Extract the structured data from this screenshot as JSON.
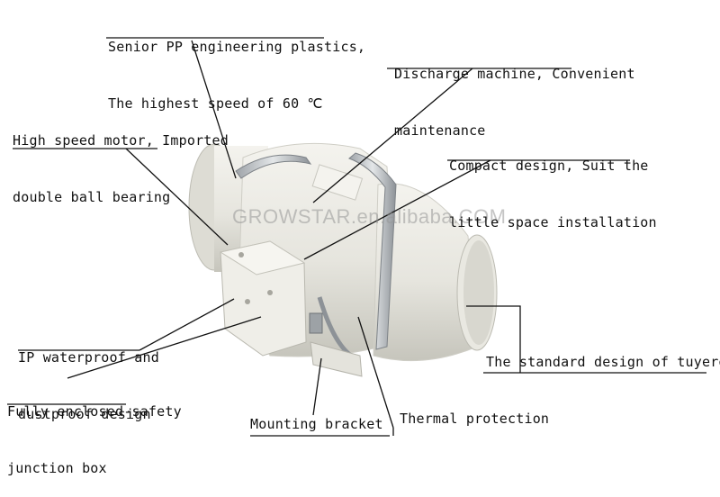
{
  "callouts": {
    "material": [
      "Senior PP engineering plastics,",
      "The highest speed of 60 ℃"
    ],
    "discharge": [
      "Discharge machine, Convenient",
      "maintenance"
    ],
    "motor": [
      "High speed motor, Imported",
      "double ball bearing"
    ],
    "compact": [
      "Compact design, Suit the",
      "little space installation"
    ],
    "waterproof": [
      "IP waterproof and",
      "dustproof design"
    ],
    "junction": [
      "Fully enclosed-safety",
      "junction box"
    ],
    "tuyere": "The standard design of tuyere",
    "mounting": "Mounting bracket",
    "thermal": "Thermal protection"
  },
  "watermark": "GROWSTAR.en.alibaba.COM",
  "colors": {
    "fan_body": "#ecebe4",
    "fan_shadow": "#c9c8bf",
    "band": "#b8bcc0",
    "line": "#111111"
  }
}
